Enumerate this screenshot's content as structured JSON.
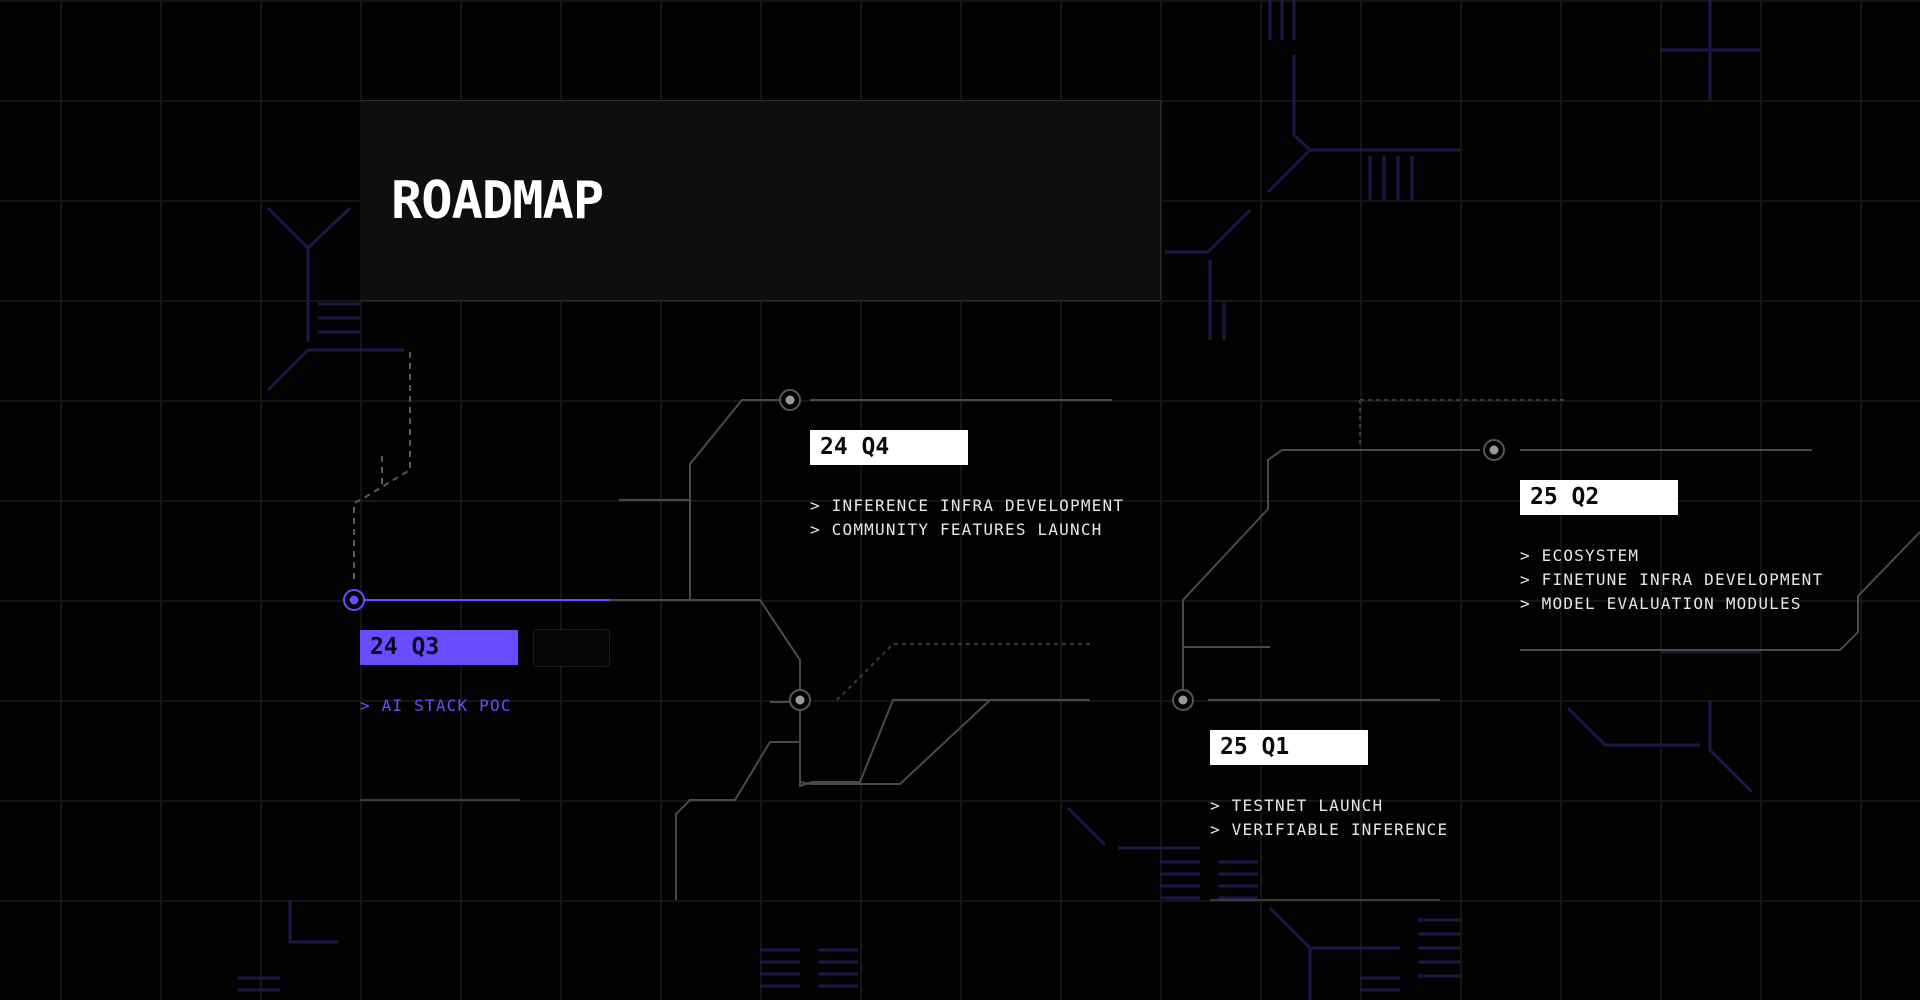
{
  "page": {
    "title": "ROADMAP"
  },
  "colors": {
    "background": "#020202",
    "accent": "#6a4bff",
    "label_bg": "#ffffff",
    "text": "#e6e6e6",
    "circuit_line": "#4a4a4a",
    "decor_lines": "#1c1746"
  },
  "milestones": [
    {
      "quarter": "24 Q3",
      "active": true,
      "items": [
        "> AI STACK POC"
      ]
    },
    {
      "quarter": "24 Q4",
      "active": false,
      "items": [
        "> INFERENCE INFRA DEVELOPMENT",
        "> COMMUNITY FEATURES LAUNCH"
      ]
    },
    {
      "quarter": "25 Q1",
      "active": false,
      "items": [
        "> TESTNET LAUNCH",
        "> VERIFIABLE INFERENCE"
      ]
    },
    {
      "quarter": "25 Q2",
      "active": false,
      "items": [
        "> ECOSYSTEM",
        "> FINETUNE INFRA DEVELOPMENT",
        "> MODEL EVALUATION MODULES"
      ]
    }
  ]
}
